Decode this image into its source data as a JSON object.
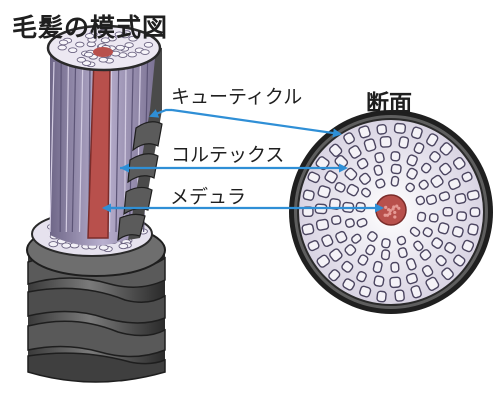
{
  "diagram": {
    "title": "毛髪の模式図",
    "cross_section_title": "断面",
    "labels": {
      "cuticle": "キューティクル",
      "cortex": "コルテックス",
      "medulla": "メデュラ"
    },
    "colors": {
      "arrow": "#2f8fd6",
      "medulla": "#b8504c",
      "cortex_fibers": "#a79cbd",
      "cuticle_scale": "#4a4a4a",
      "outer_ring": "#1f1f1f"
    }
  }
}
